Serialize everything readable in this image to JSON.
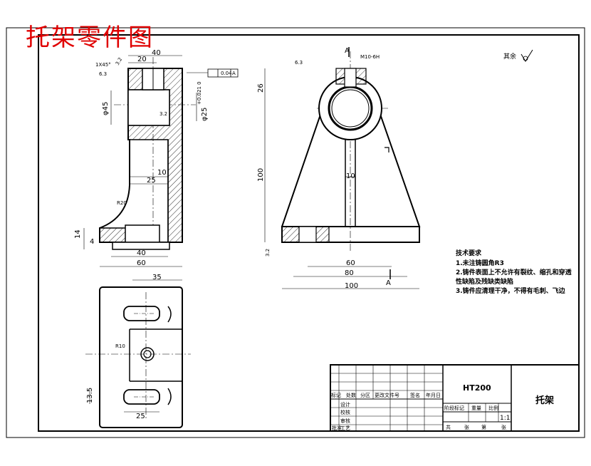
{
  "title": "托架零件图",
  "top_view": {
    "dims": {
      "chamfer": "1X45°",
      "rough_left": "3.2",
      "rough_6_3": "6.3",
      "d20": "20",
      "d40_top": "40",
      "tol": "0.04",
      "tol_ref": "A",
      "d45": "φ45",
      "d25": "φ25",
      "d25_tol": "+0.021 0",
      "rough_3_2b": "3.2",
      "d10": "10",
      "d25_inner": "25",
      "r20": "R20",
      "d14": "14",
      "d4": "4",
      "d40_bot": "40",
      "d60": "60"
    }
  },
  "bottom_view": {
    "dims": {
      "d35": "35",
      "r10": "R10",
      "d13_5": "13.5",
      "d25": "25"
    }
  },
  "front_view": {
    "section_a": "A",
    "thread": "M10-6H",
    "rough_top": "6.3",
    "d26": "26",
    "d100_v": "100",
    "d10": "10",
    "rough_bot": "3.2",
    "d60": "60",
    "d80": "80",
    "d100_h": "100",
    "section_a2": "A"
  },
  "other_rough": "其余",
  "notes": {
    "heading": "技术要求",
    "items": [
      "1.未注铸圆角R3",
      "2.铸件表面上不允许有裂纹、缩孔和穿透",
      "性缺陷及残缺类缺陷",
      "3.铸件应清理干净，不得有毛刺、飞边"
    ]
  },
  "title_block": {
    "material": "HT200",
    "part_name": "托架",
    "scale": "1:1",
    "header_labels": [
      "标记",
      "处数",
      "分区",
      "更改文件号",
      "签名",
      "年月日"
    ],
    "role_labels": [
      "设计",
      "校核",
      "审核",
      "工艺"
    ],
    "mid_labels": [
      "阶段标记",
      "重量",
      "比例"
    ],
    "sheet_labels": [
      "共",
      "张",
      "第",
      "张"
    ],
    "approve": "批准"
  }
}
